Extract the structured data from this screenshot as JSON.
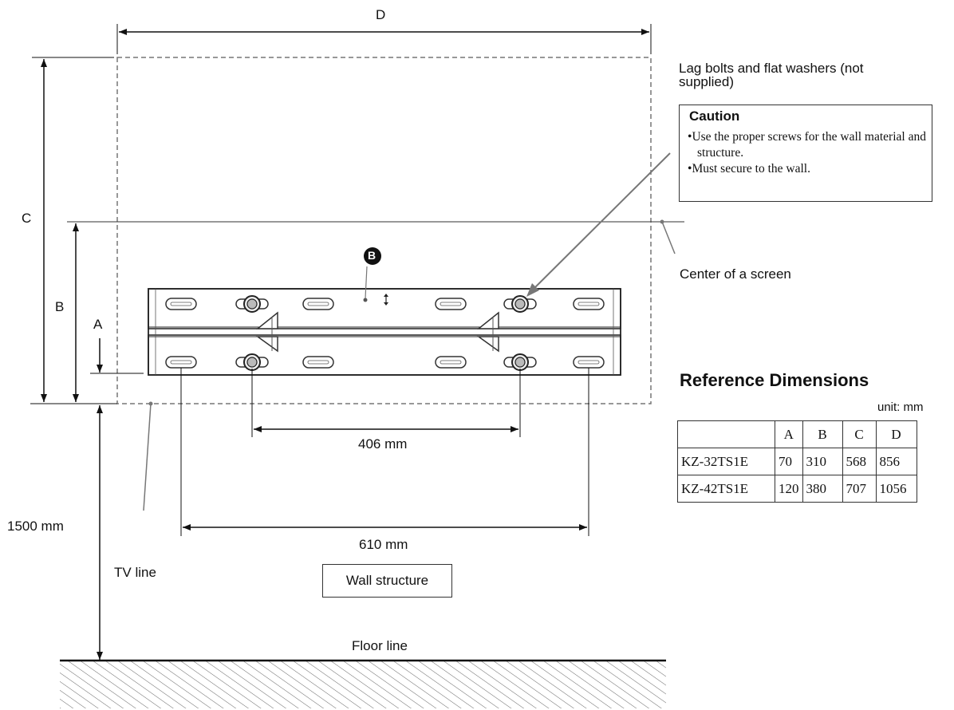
{
  "labels": {
    "dim_d": "D",
    "dim_c": "C",
    "dim_b": "B",
    "dim_a": "A",
    "height": "1500 mm",
    "spacing_406": "406 mm",
    "spacing_610": "610 mm",
    "tv_line": "TV line",
    "wall_structure": "Wall structure",
    "floor_line": "Floor line",
    "center_screen": "Center of a screen",
    "lag_bolts": "Lag bolts and flat washers (not supplied)",
    "part_b": "B"
  },
  "caution": {
    "title": "Caution",
    "items": [
      "Use the proper screws for the wall material and structure.",
      "Must secure to the wall."
    ]
  },
  "reference": {
    "title": "Reference Dimensions",
    "unit": "unit: mm",
    "headers": [
      "",
      "A",
      "B",
      "C",
      "D"
    ],
    "rows": [
      [
        "KZ-32TS1E",
        "70",
        "310",
        "568",
        "856"
      ],
      [
        "KZ-42TS1E",
        "120",
        "380",
        "707",
        "1056"
      ]
    ]
  }
}
